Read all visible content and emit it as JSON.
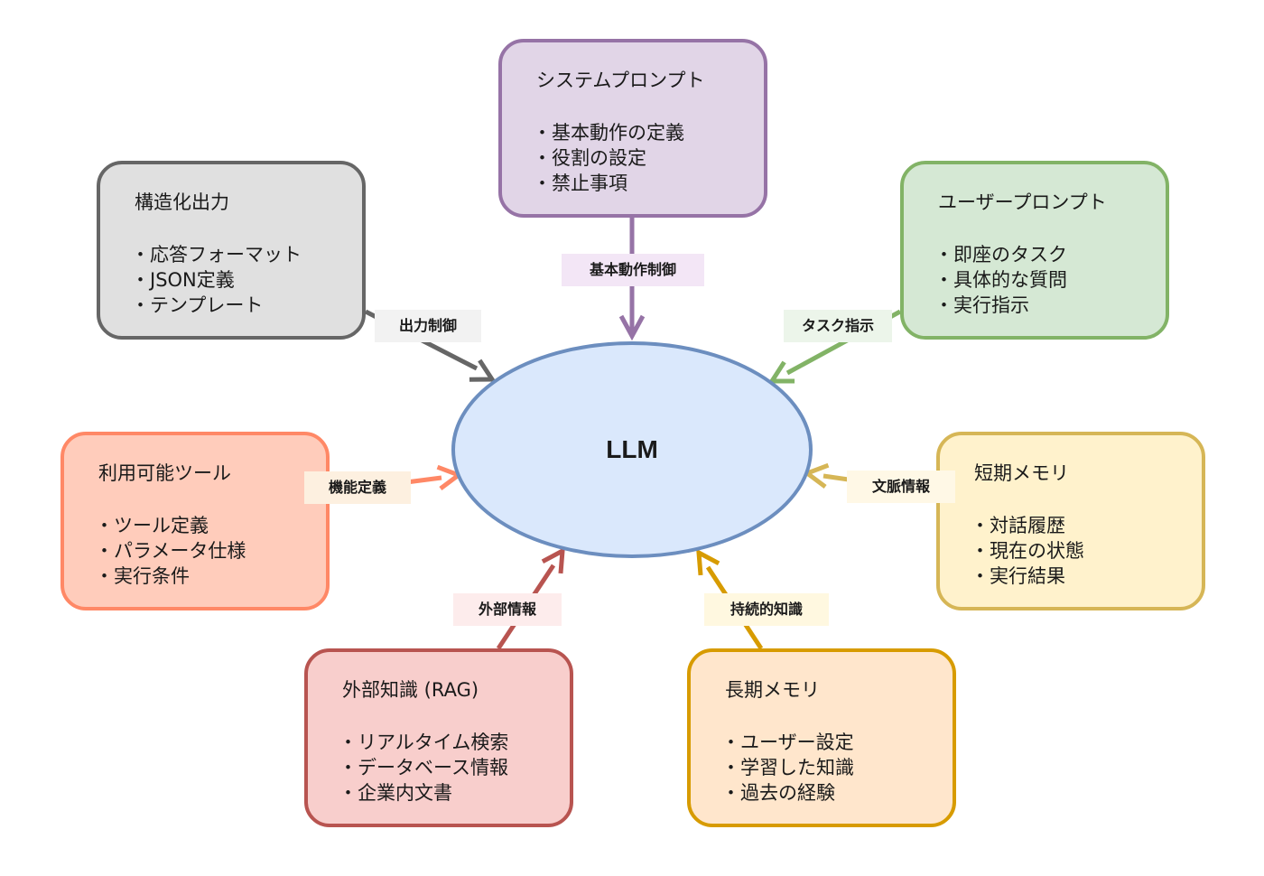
{
  "center": {
    "label": "LLM",
    "fill": "#dae8fc",
    "stroke": "#6c8ebf"
  },
  "nodes": [
    {
      "id": "system-prompt",
      "title": "システムプロンプト",
      "items": [
        "基本動作の定義",
        "役割の設定",
        "禁止事項"
      ],
      "edge_label": "基本動作制御",
      "fill": "#e1d5e7",
      "stroke": "#9673a6",
      "label_bg": "#f3e6f6"
    },
    {
      "id": "user-prompt",
      "title": "ユーザープロンプト",
      "items": [
        "即座のタスク",
        "具体的な質問",
        "実行指示"
      ],
      "edge_label": "タスク指示",
      "fill": "#d5e8d4",
      "stroke": "#82b366",
      "label_bg": "#ecf5ea"
    },
    {
      "id": "short-term-memory",
      "title": "短期メモリ",
      "items": [
        "対話履歴",
        "現在の状態",
        "実行結果"
      ],
      "edge_label": "文脈情報",
      "fill": "#fff2cc",
      "stroke": "#d6b656",
      "label_bg": "#fff8e6"
    },
    {
      "id": "long-term-memory",
      "title": "長期メモリ",
      "items": [
        "ユーザー設定",
        "学習した知識",
        "過去の経験"
      ],
      "edge_label": "持続的知識",
      "fill": "#ffe6cc",
      "stroke": "#d79b00",
      "label_bg": "#fff8e0"
    },
    {
      "id": "external-knowledge",
      "title": "外部知識 (RAG)",
      "items": [
        "リアルタイム検索",
        "データベース情報",
        "企業内文書"
      ],
      "edge_label": "外部情報",
      "fill": "#f8cecc",
      "stroke": "#b85450",
      "label_bg": "#fdecec"
    },
    {
      "id": "available-tools",
      "title": "利用可能ツール",
      "items": [
        "ツール定義",
        "パラメータ仕様",
        "実行条件"
      ],
      "edge_label": "機能定義",
      "fill": "#ffccbb",
      "stroke": "#ff8866",
      "label_bg": "#fdf0e0"
    },
    {
      "id": "structured-output",
      "title": "構造化出力",
      "items": [
        "応答フォーマット",
        "JSON定義",
        "テンプレート"
      ],
      "edge_label": "出力制御",
      "fill": "#e0e0e0",
      "stroke": "#666666",
      "label_bg": "#f2f2f2"
    }
  ]
}
